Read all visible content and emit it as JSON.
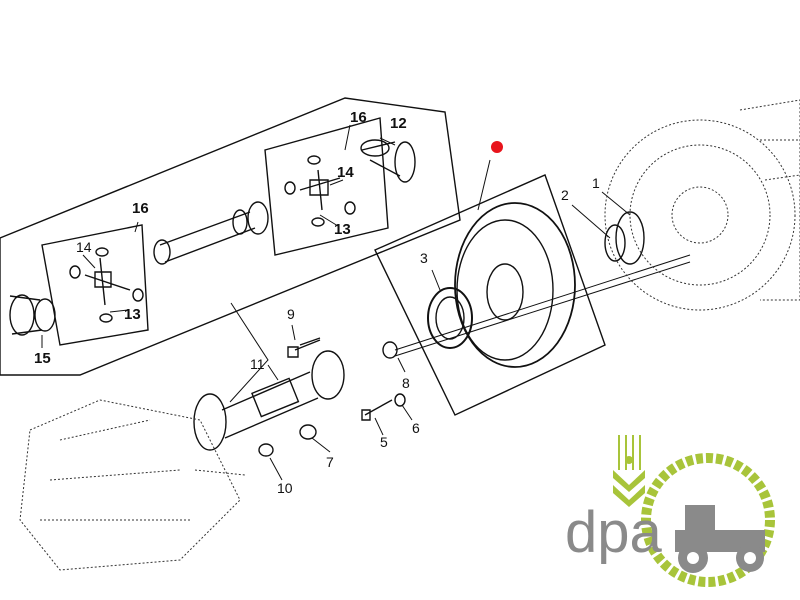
{
  "diagram": {
    "callouts": [
      "16",
      "12",
      "14",
      "13",
      "16",
      "14",
      "13",
      "15",
      "9",
      "11",
      "8",
      "6",
      "5",
      "7",
      "10",
      "3",
      "2",
      "1"
    ],
    "marker_color": "#e8141c"
  },
  "logo": {
    "text": "dpa",
    "green": "#a8c43a",
    "gray": "#8a8a8a"
  }
}
